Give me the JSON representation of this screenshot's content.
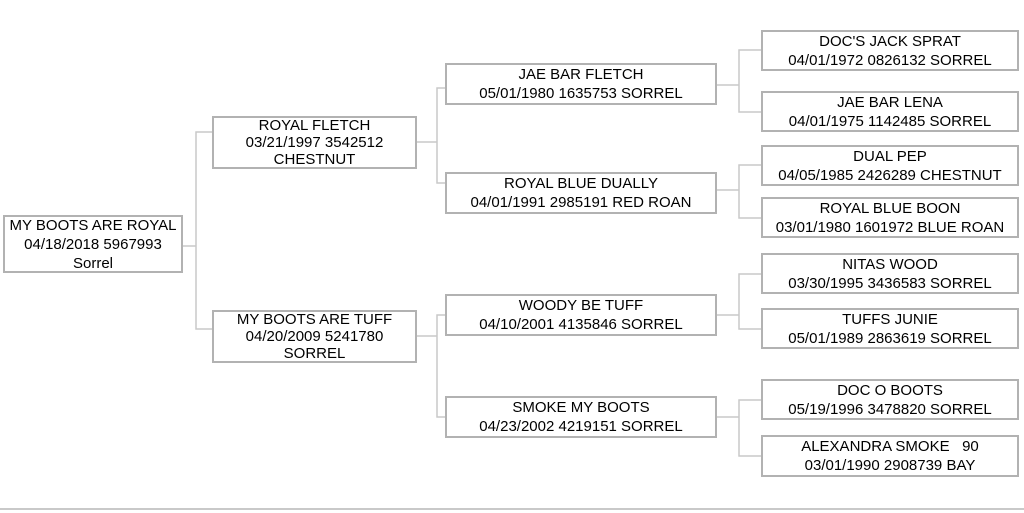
{
  "pedigree": {
    "subject": {
      "name": "MY BOOTS ARE ROYAL",
      "details": "04/18/2018 5967993",
      "color": "Sorrel"
    },
    "sire": {
      "name": "ROYAL FLETCH",
      "details": "03/21/1997 3542512",
      "color": "CHESTNUT"
    },
    "dam": {
      "name": "MY BOOTS ARE TUFF",
      "details": "04/20/2009 5241780",
      "color": "SORREL"
    },
    "gen3": [
      {
        "name": "JAE BAR FLETCH",
        "details": "05/01/1980 1635753 SORREL"
      },
      {
        "name": "ROYAL BLUE DUALLY",
        "details": "04/01/1991 2985191 RED ROAN"
      },
      {
        "name": "WOODY BE TUFF",
        "details": "04/10/2001 4135846 SORREL"
      },
      {
        "name": "SMOKE MY BOOTS",
        "details": "04/23/2002 4219151 SORREL"
      }
    ],
    "gen4": [
      {
        "name": "DOC'S JACK SPRAT",
        "details": "04/01/1972 0826132 SORREL"
      },
      {
        "name": "JAE BAR LENA",
        "details": "04/01/1975 1142485 SORREL"
      },
      {
        "name": "DUAL PEP",
        "details": "04/05/1985 2426289 CHESTNUT"
      },
      {
        "name": "ROYAL BLUE BOON",
        "details": "03/01/1980 1601972 BLUE ROAN"
      },
      {
        "name": "NITAS WOOD",
        "details": "03/30/1995 3436583 SORREL"
      },
      {
        "name": "TUFFS JUNIE",
        "details": "05/01/1989 2863619 SORREL"
      },
      {
        "name": "DOC O BOOTS",
        "details": "05/19/1996 3478820 SORREL"
      },
      {
        "name": "ALEXANDRA SMOKE   90",
        "details": "03/01/1990 2908739 BAY"
      }
    ],
    "colors": {
      "box_border": "#b2b2b2",
      "connector_line": "#c9c9c9",
      "bottom_rule": "#c9c9c9",
      "text": "#000000",
      "background": "#ffffff"
    }
  }
}
